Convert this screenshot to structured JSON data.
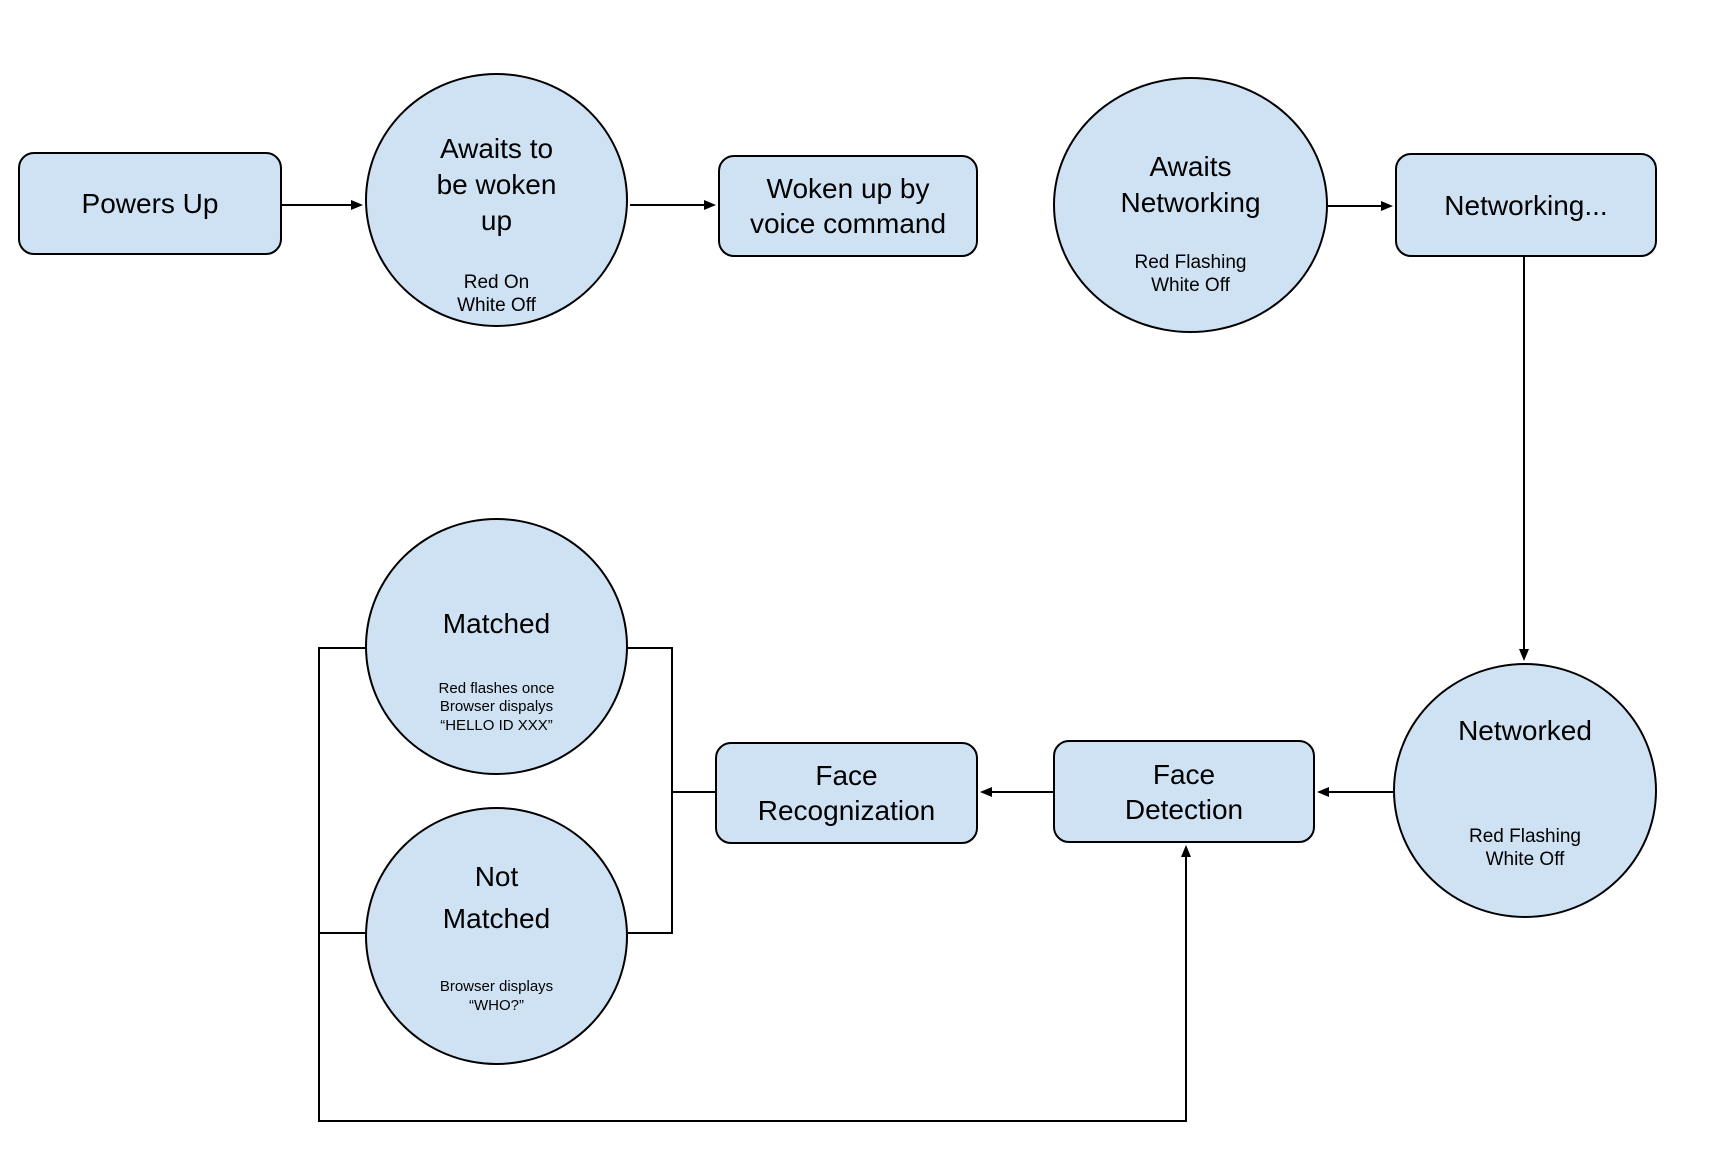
{
  "diagram": {
    "colors": {
      "node_fill": "#cfe2f3",
      "node_stroke": "#000000",
      "connector": "#000000",
      "background": "#ffffff"
    },
    "nodes": {
      "powers_up": {
        "label": "Powers Up"
      },
      "awaits_wake": {
        "title": [
          "Awaits to",
          "be woken",
          "up"
        ],
        "status": [
          "Red On",
          "White Off"
        ]
      },
      "woken_by_voice": {
        "label": [
          "Woken up by",
          "voice command"
        ]
      },
      "awaits_networking": {
        "title": [
          "Awaits",
          "Networking"
        ],
        "status": [
          "Red Flashing",
          "White Off"
        ]
      },
      "networking": {
        "label": "Networking..."
      },
      "networked": {
        "title": "Networked",
        "status": [
          "Red Flashing",
          "White Off"
        ]
      },
      "face_detection": {
        "label": [
          "Face",
          "Detection"
        ]
      },
      "face_recognization": {
        "label": [
          "Face",
          "Recognization"
        ]
      },
      "matched": {
        "title": "Matched",
        "note": [
          "Red flashes once",
          "Browser dispalys",
          "“HELLO ID XXX”"
        ]
      },
      "not_matched": {
        "title": [
          "Not",
          "Matched"
        ],
        "note": [
          "Browser displays",
          "“WHO?”"
        ]
      }
    }
  }
}
